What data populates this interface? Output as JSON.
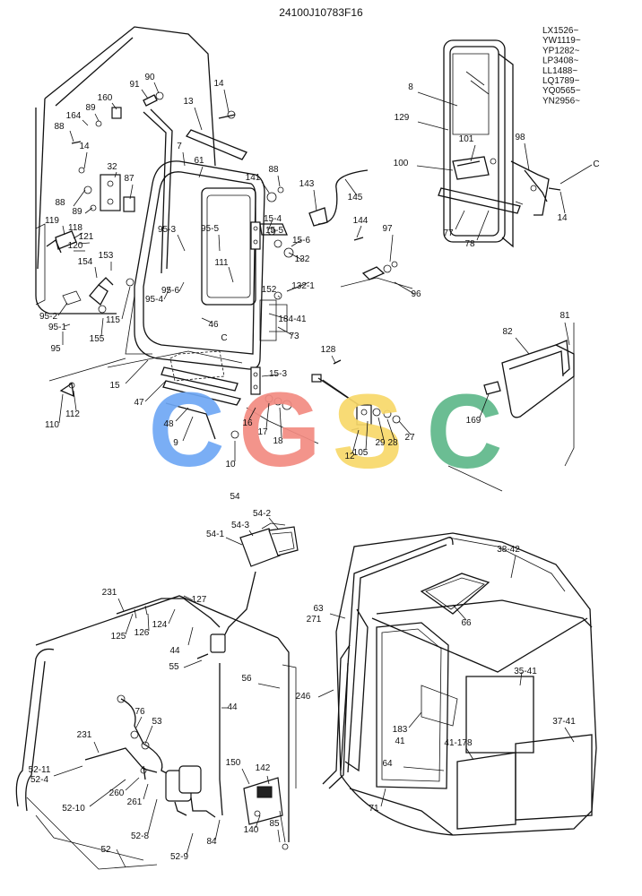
{
  "drawing_number": "24100J10783F16",
  "serial_ranges": [
    "LX1526~",
    "YW1119~",
    "YP1282~",
    "LP3408~",
    "LL1488~",
    "LQ1789~",
    "YQ0565~",
    "YN2956~"
  ],
  "watermark": {
    "letters": [
      "C",
      "G",
      "S",
      "C"
    ],
    "colors": [
      "#6fa8f5",
      "#f28b82",
      "#f8d86a",
      "#5fb88a"
    ]
  },
  "parts_labels": [
    "24100J10783F16",
    "8",
    "129",
    "101",
    "98",
    "100",
    "C",
    "14",
    "77",
    "78",
    "91",
    "90",
    "160",
    "14",
    "13",
    "88",
    "164",
    "89",
    "14",
    "7",
    "61",
    "32",
    "141",
    "88",
    "143",
    "145",
    "87",
    "88",
    "89",
    "15-4",
    "144",
    "97",
    "119",
    "118",
    "121",
    "95-3",
    "95-5",
    "15-5",
    "15-6",
    "120",
    "153",
    "132",
    "154",
    "111",
    "152",
    "132-1",
    "96",
    "95-6",
    "95-4",
    "95-2",
    "115",
    "46",
    "184-41",
    "95-1",
    "155",
    "C",
    "73",
    "81",
    "95",
    "82",
    "128",
    "15",
    "15-3",
    "47",
    "110",
    "112",
    "48",
    "16",
    "17",
    "18",
    "169",
    "9",
    "12",
    "105",
    "28",
    "29",
    "27",
    "10",
    "54",
    "54-2",
    "54-3",
    "54-1",
    "38-42",
    "231",
    "127",
    "63",
    "271",
    "66",
    "125",
    "126",
    "124",
    "44",
    "55",
    "56",
    "35-41",
    "246",
    "44",
    "76",
    "53",
    "183",
    "41",
    "37-41",
    "231",
    "41-178",
    "52-11",
    "52-4",
    "150",
    "142",
    "64",
    "260",
    "261",
    "52-10",
    "71",
    "52-8",
    "140",
    "85",
    "52",
    "84",
    "52-9"
  ]
}
